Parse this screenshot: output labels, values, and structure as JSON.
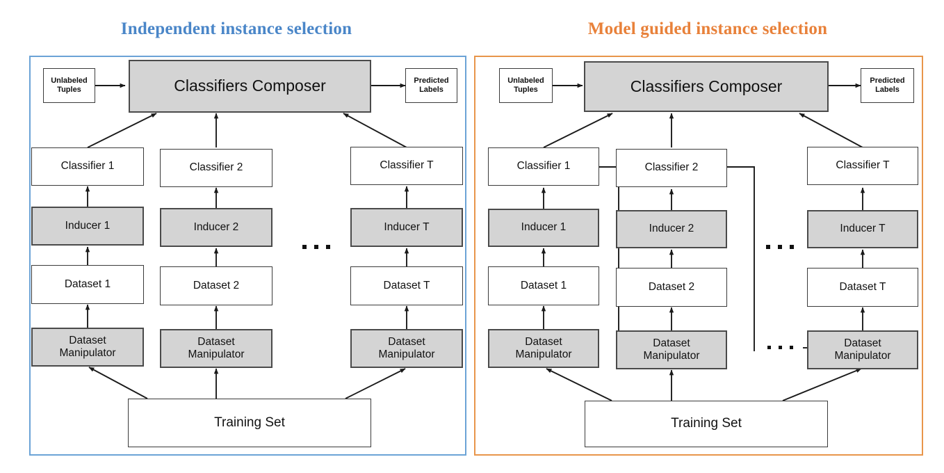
{
  "figure": {
    "type": "diagram",
    "subtype": "block-flow",
    "panel_count": 2,
    "description": "Two side-by-side ensemble-learning block diagrams comparing independent instance selection with model guided instance selection."
  },
  "panels": [
    {
      "id": "left",
      "title": "Independent instance selection",
      "accent": "#6ba3d6",
      "title_color": "#4a86c8",
      "nodes": {
        "unlabeled": "Unlabeled\nTuples",
        "unlabeled_line1": "Unlabeled",
        "unlabeled_line2": "Tuples",
        "composer": "Classifiers Composer",
        "predicted_line1": "Predicted",
        "predicted_line2": "Labels",
        "training_set": "Training Set",
        "manipulator_line1": "Dataset",
        "manipulator_line2": "Manipulator"
      },
      "columns": [
        {
          "classifier": "Classifier 1",
          "inducer": "Inducer 1",
          "dataset": "Dataset 1",
          "manipulator": "Dataset Manipulator"
        },
        {
          "classifier": "Classifier 2",
          "inducer": "Inducer 2",
          "dataset": "Dataset 2",
          "manipulator": "Dataset Manipulator"
        },
        {
          "classifier": "Classifier T",
          "inducer": "Inducer T",
          "dataset": "Dataset T",
          "manipulator": "Dataset Manipulator"
        }
      ],
      "ellipsis": "•••",
      "feedback_loops": false
    },
    {
      "id": "right",
      "title": "Model guided instance selection",
      "accent": "#e8954a",
      "title_color": "#e8813a",
      "nodes": {
        "unlabeled_line1": "Unlabeled",
        "unlabeled_line2": "Tuples",
        "composer": "Classifiers Composer",
        "predicted_line1": "Predicted",
        "predicted_line2": "Labels",
        "training_set": "Training Set",
        "manipulator_line1": "Dataset",
        "manipulator_line2": "Manipulator"
      },
      "columns": [
        {
          "classifier": "Classifier 1",
          "inducer": "Inducer 1",
          "dataset": "Dataset 1",
          "manipulator": "Dataset Manipulator"
        },
        {
          "classifier": "Classifier 2",
          "inducer": "Inducer 2",
          "dataset": "Dataset 2",
          "manipulator": "Dataset Manipulator"
        },
        {
          "classifier": "Classifier T",
          "inducer": "Inducer T",
          "dataset": "Dataset T",
          "manipulator": "Dataset Manipulator"
        }
      ],
      "ellipsis": "•••",
      "feedback_loops": true
    }
  ],
  "colors": {
    "shaded_fill": "#d4d4d4",
    "box_stroke": "#3a3a3a",
    "background": "#ffffff"
  }
}
